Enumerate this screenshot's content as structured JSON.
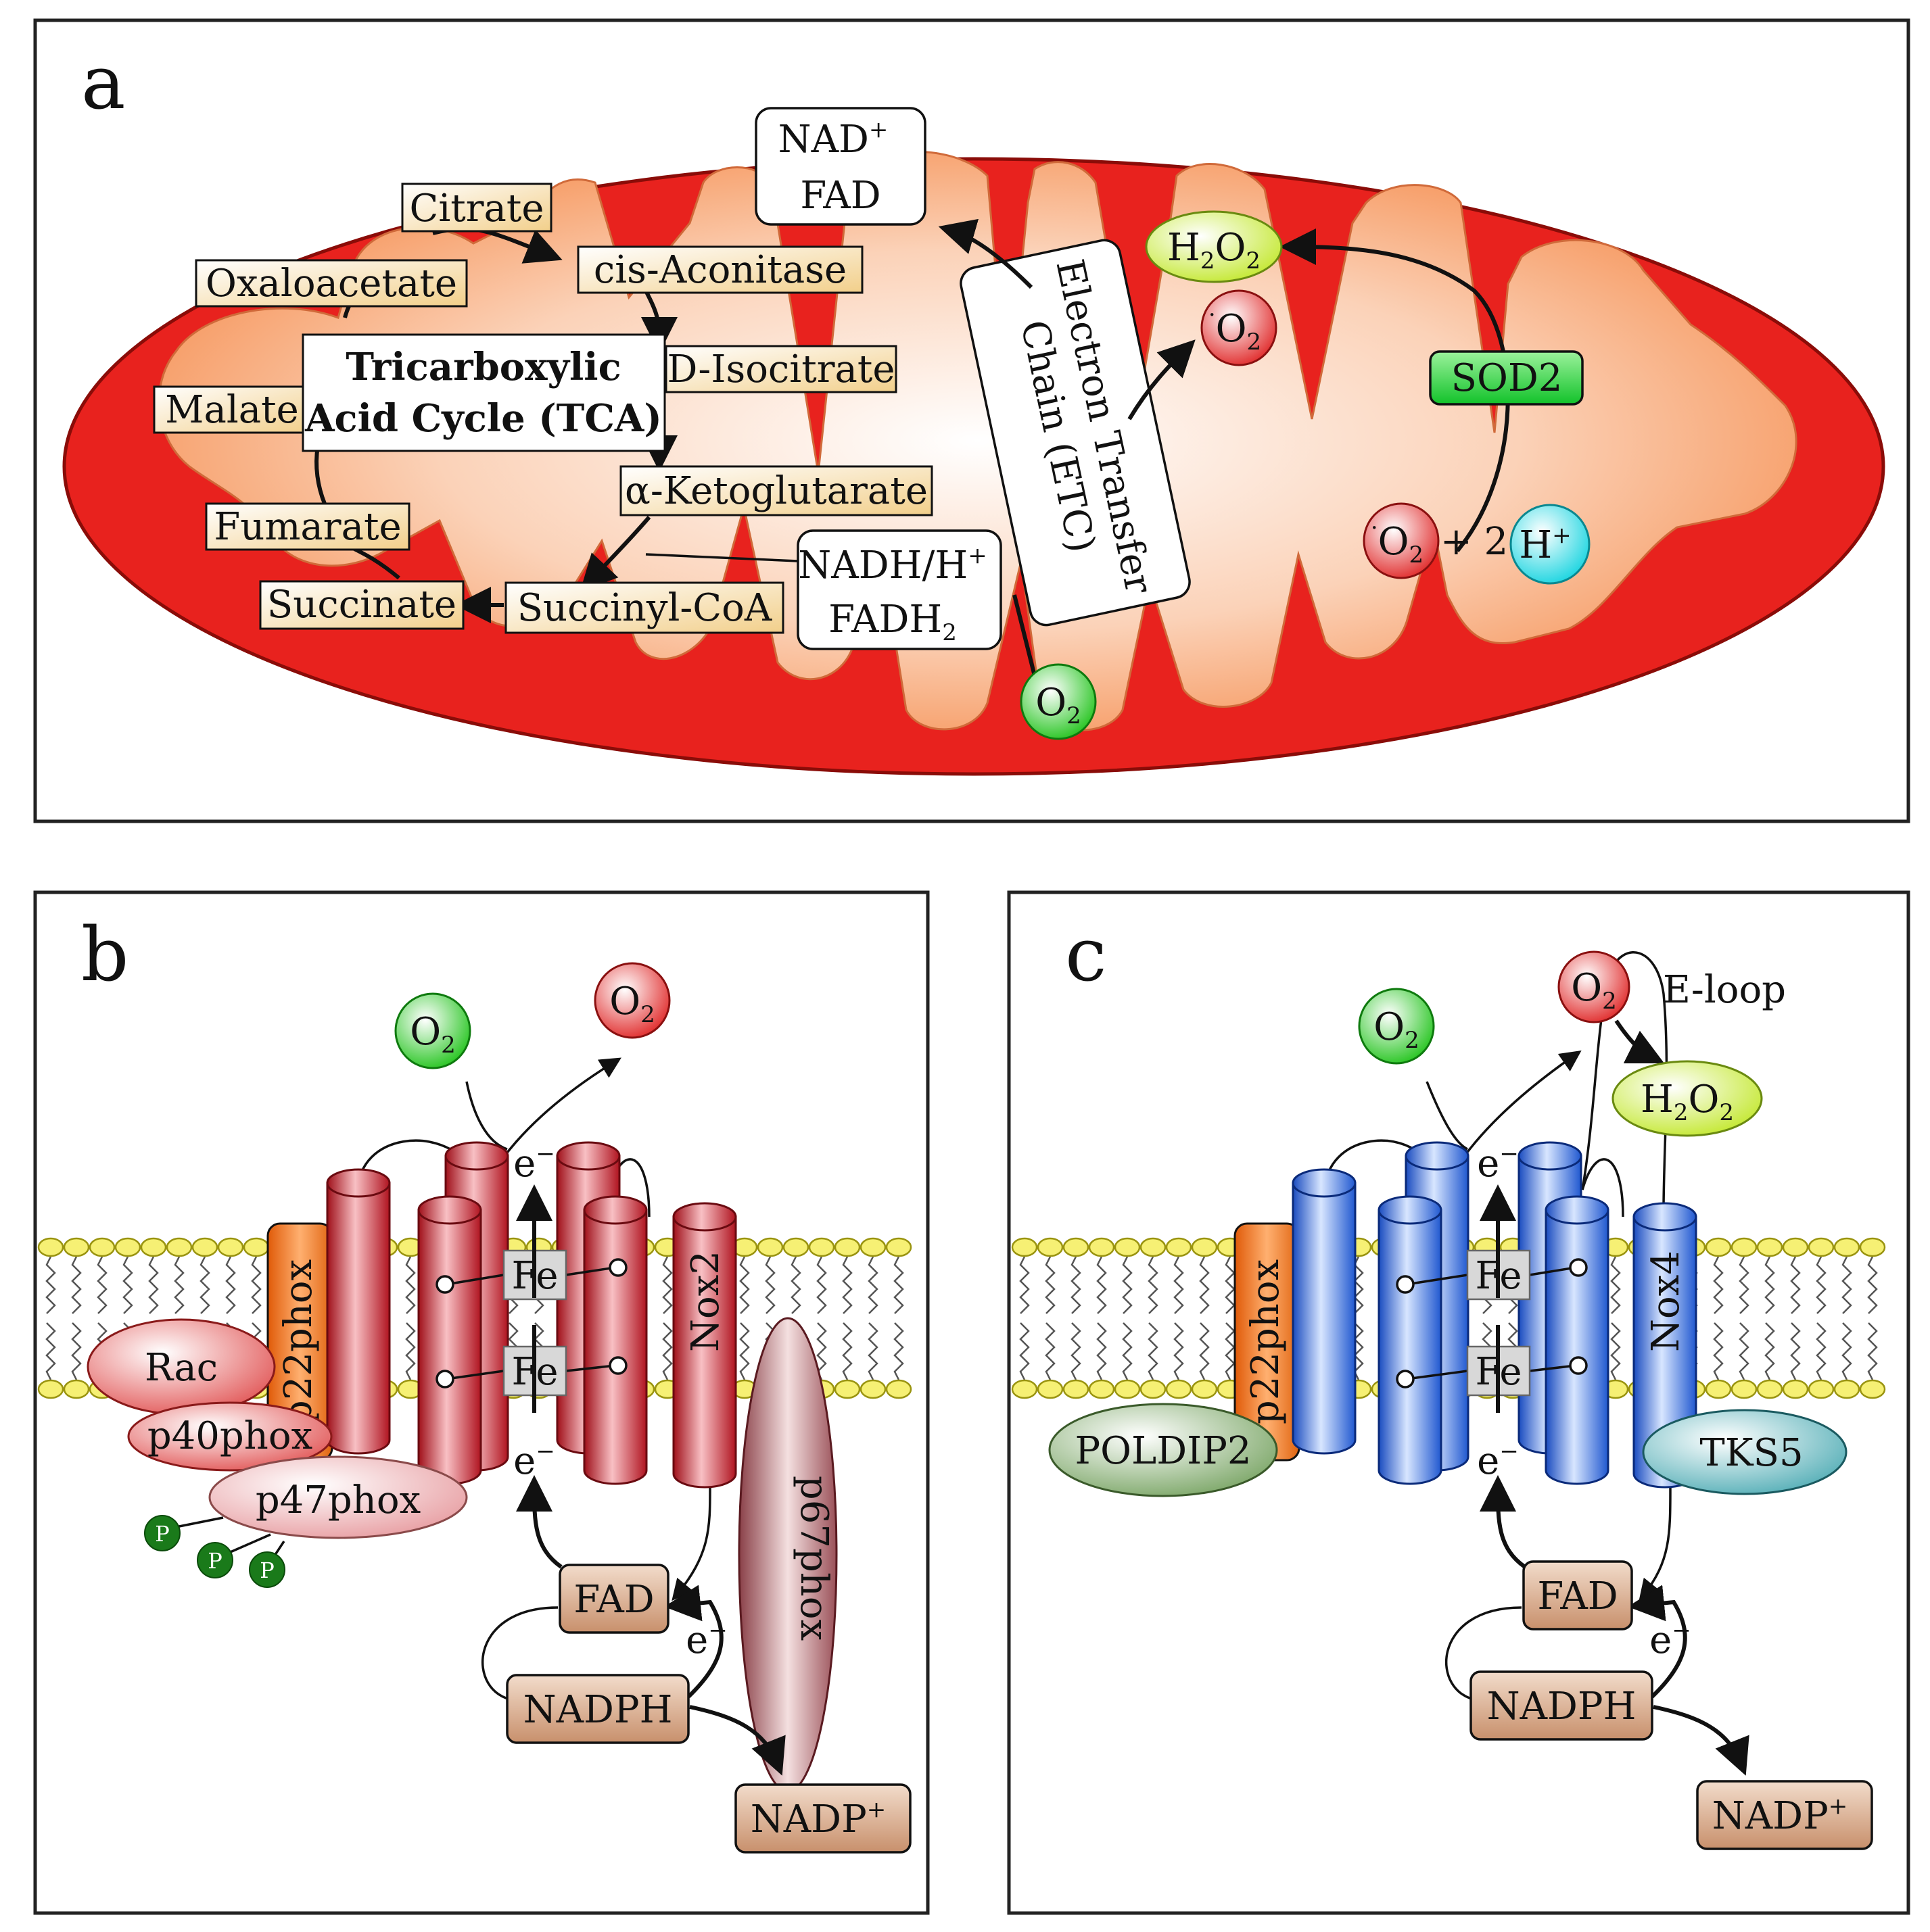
{
  "panels": {
    "a": {
      "letter": "a",
      "tca_title_1": "Tricarboxylic",
      "tca_title_2": "Acid Cycle (TCA)",
      "metabolites": {
        "citrate": "Citrate",
        "cis_aconitase": "cis-Aconitase",
        "d_isocitrate": "D-Isocitrate",
        "alpha_ketoglutarate": "α-Ketoglutarate",
        "succinyl_coa": "Succinyl-CoA",
        "succinate": "Succinate",
        "fumarate": "Fumarate",
        "malate": "Malate",
        "oxaloacetate": "Oxaloacetate"
      },
      "nad_fad_1": "NAD",
      "nad_fad_1_sup": "+",
      "nad_fad_2": "FAD",
      "nadh_1": "NADH/H",
      "nadh_1_sup": "+",
      "nadh_2": "FADH",
      "nadh_2_sub": "2",
      "etc_1": "Electron Transfer",
      "etc_2": "Chain (ETC)",
      "h2o2": "H",
      "h2o2_sub": "2",
      "h2o2_mid": "O",
      "h2o2_sub2": "2",
      "o2": "O",
      "o2_sub": "2",
      "superoxide": "O",
      "superoxide_sub": "2",
      "superoxide_sup": "·",
      "superoxide_charge": "-",
      "sod2": "SOD2",
      "plus_two": "+ 2",
      "h_plus": "H",
      "h_plus_sup": "+"
    },
    "b": {
      "letter": "b",
      "o2": "O",
      "o2_sub": "2",
      "superoxide": "O",
      "superoxide_sub": "2",
      "electron": "e",
      "electron_sup": "−",
      "fe": "Fe",
      "p22phox": "p22phox",
      "nox2": "Nox2",
      "rac": "Rac",
      "p40phox": "p40phox",
      "p47phox": "p47phox",
      "p67phox": "p67phox",
      "phospho": "P",
      "fad": "FAD",
      "nadph": "NADPH",
      "nadp": "NADP",
      "nadp_sup": "+"
    },
    "c": {
      "letter": "c",
      "o2": "O",
      "o2_sub": "2",
      "superoxide": "O",
      "superoxide_sub": "2",
      "e_loop": "E-loop",
      "h2o2": "H",
      "h2o2_sub": "2",
      "h2o2_mid": "O",
      "h2o2_sub2": "2",
      "electron": "e",
      "electron_sup": "−",
      "fe": "Fe",
      "p22phox": "p22phox",
      "nox4": "Nox4",
      "poldip2": "POLDIP2",
      "tks5": "TKS5",
      "fad": "FAD",
      "nadph": "NADPH",
      "nadp": "NADP",
      "nadp_sup": "+"
    }
  },
  "colors": {
    "mito_outer": "#e8221e",
    "mito_inner": "#f7b48a",
    "tca_box": "#f7dfa8",
    "nox2_red": "#d8323a",
    "nox4_blue": "#2f6fe0",
    "p22phox_orange": "#f07a1c",
    "o2_green": "#3ed43a",
    "ros_red": "#ef4a4a",
    "h2o2_yellow": "#d8f060",
    "sod2_green": "#22d040",
    "h_plus_cyan": "#40e0e8",
    "cofactor_tan": "#d7a888",
    "phospho_green": "#1a7a1a"
  }
}
